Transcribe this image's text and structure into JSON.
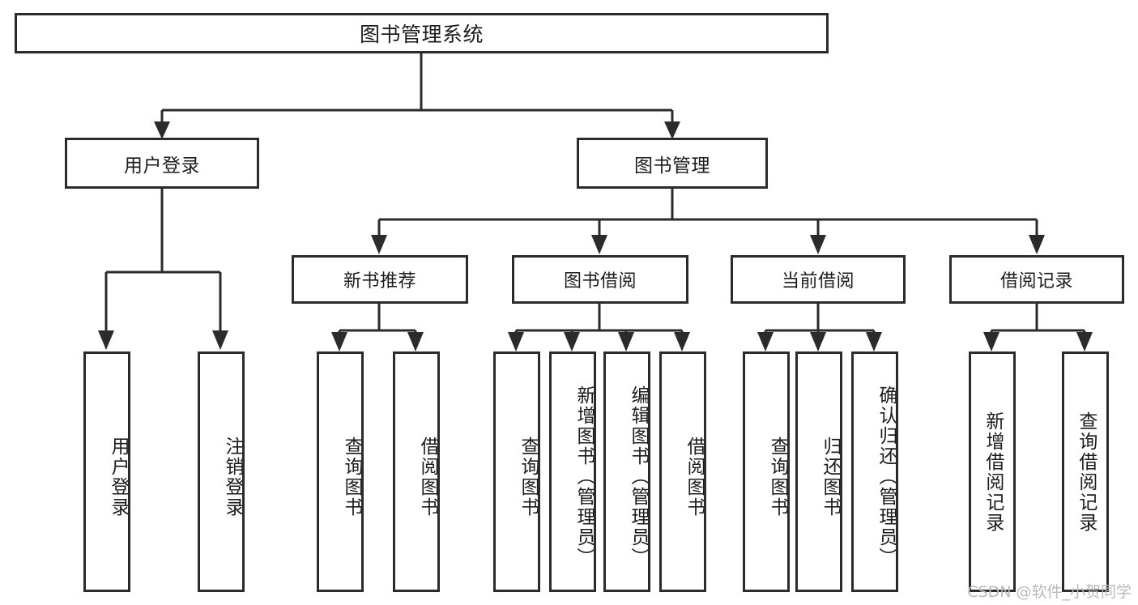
{
  "diagram": {
    "title": "图书管理系统",
    "type": "tree-hierarchy-chart",
    "colors": {
      "stroke": "#2b2b2b",
      "fill": "#ffffff",
      "text": "#1c1c1c",
      "watermark": "#b9b9b9"
    }
  },
  "root": {
    "label": "图书管理系统"
  },
  "level2": [
    {
      "label": "用户登录"
    },
    {
      "label": "图书管理"
    }
  ],
  "level3": [
    {
      "label": "新书推荐"
    },
    {
      "label": "图书借阅"
    },
    {
      "label": "当前借阅"
    },
    {
      "label": "借阅记录"
    }
  ],
  "leaves": {
    "user_login": [
      {
        "label": "用户登录"
      },
      {
        "label": "注销登录"
      }
    ],
    "new_book_recommend": [
      {
        "label": "查询图书"
      },
      {
        "label": "借阅图书"
      }
    ],
    "book_borrow": [
      {
        "label": "查询图书"
      },
      {
        "label": "新增图书（管理员）"
      },
      {
        "label": "编辑图书（管理员）"
      },
      {
        "label": "借阅图书"
      }
    ],
    "current_borrow": [
      {
        "label": "查询图书"
      },
      {
        "label": "归还图书"
      },
      {
        "label": "确认归还（管理员）"
      }
    ],
    "borrow_record": [
      {
        "label": "新增借阅记录"
      },
      {
        "label": "查询借阅记录"
      }
    ]
  },
  "watermark": {
    "text": "CSDN @软件_小贺同学"
  }
}
